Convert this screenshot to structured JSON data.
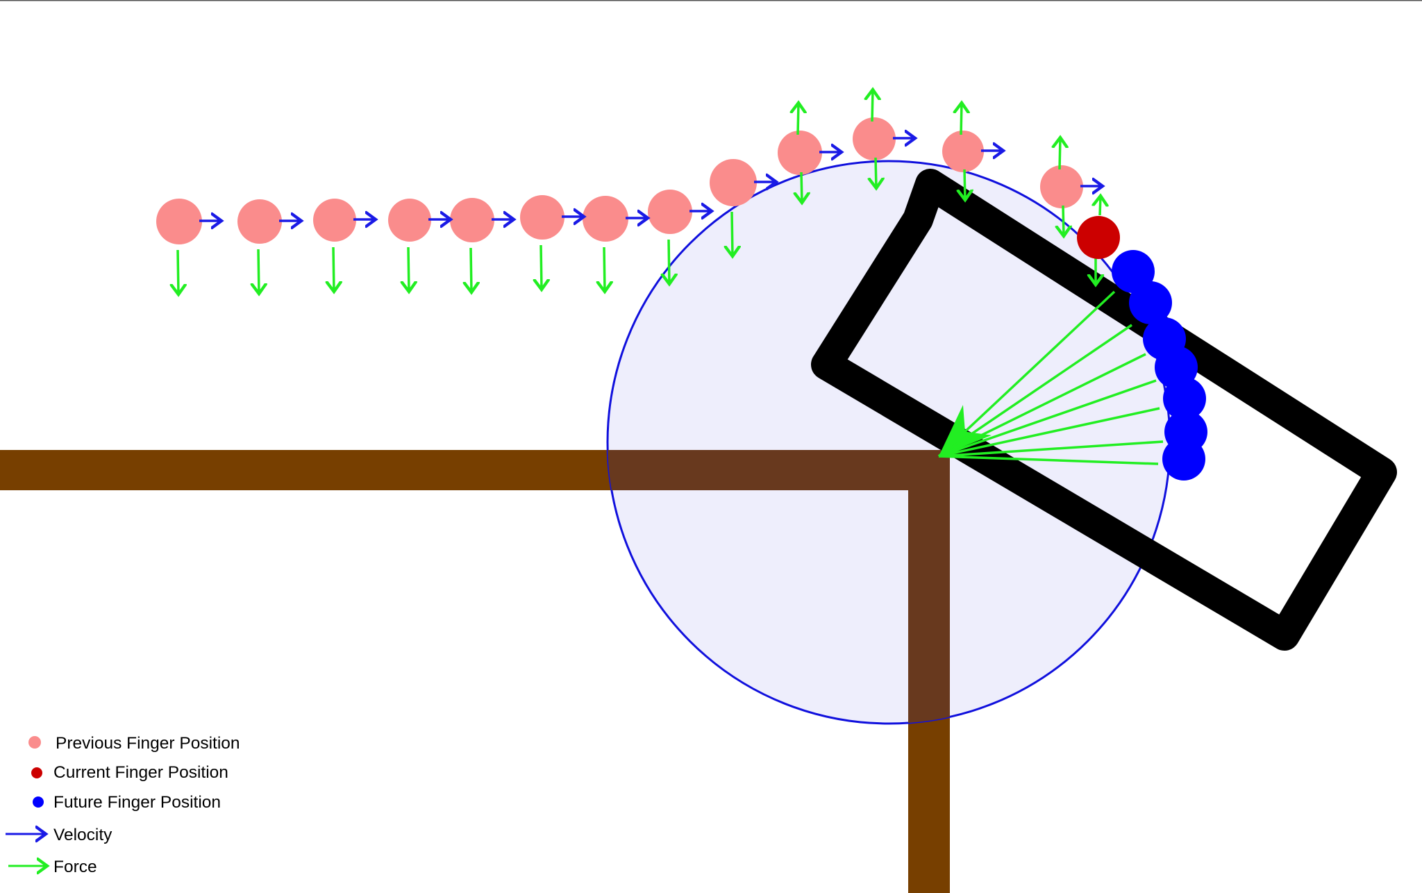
{
  "colors": {
    "previous": "#fa8c8c",
    "current": "#cc0000",
    "future": "#0000ff",
    "velocity": "#1a1ae6",
    "force": "#22ee22",
    "wall": "#773f00",
    "wall_overlap": "#68391e",
    "circle_fill": "#e3e3fa",
    "circle_stroke": "#1010dd",
    "object": "#000000",
    "object_fill": "#e3e3fa",
    "top_border": "#555555"
  },
  "legend": {
    "previous": "Previous Finger Position",
    "current": "Current Finger Position",
    "future": "Future Finger Position",
    "velocity": "Velocity",
    "force": "Force"
  }
}
